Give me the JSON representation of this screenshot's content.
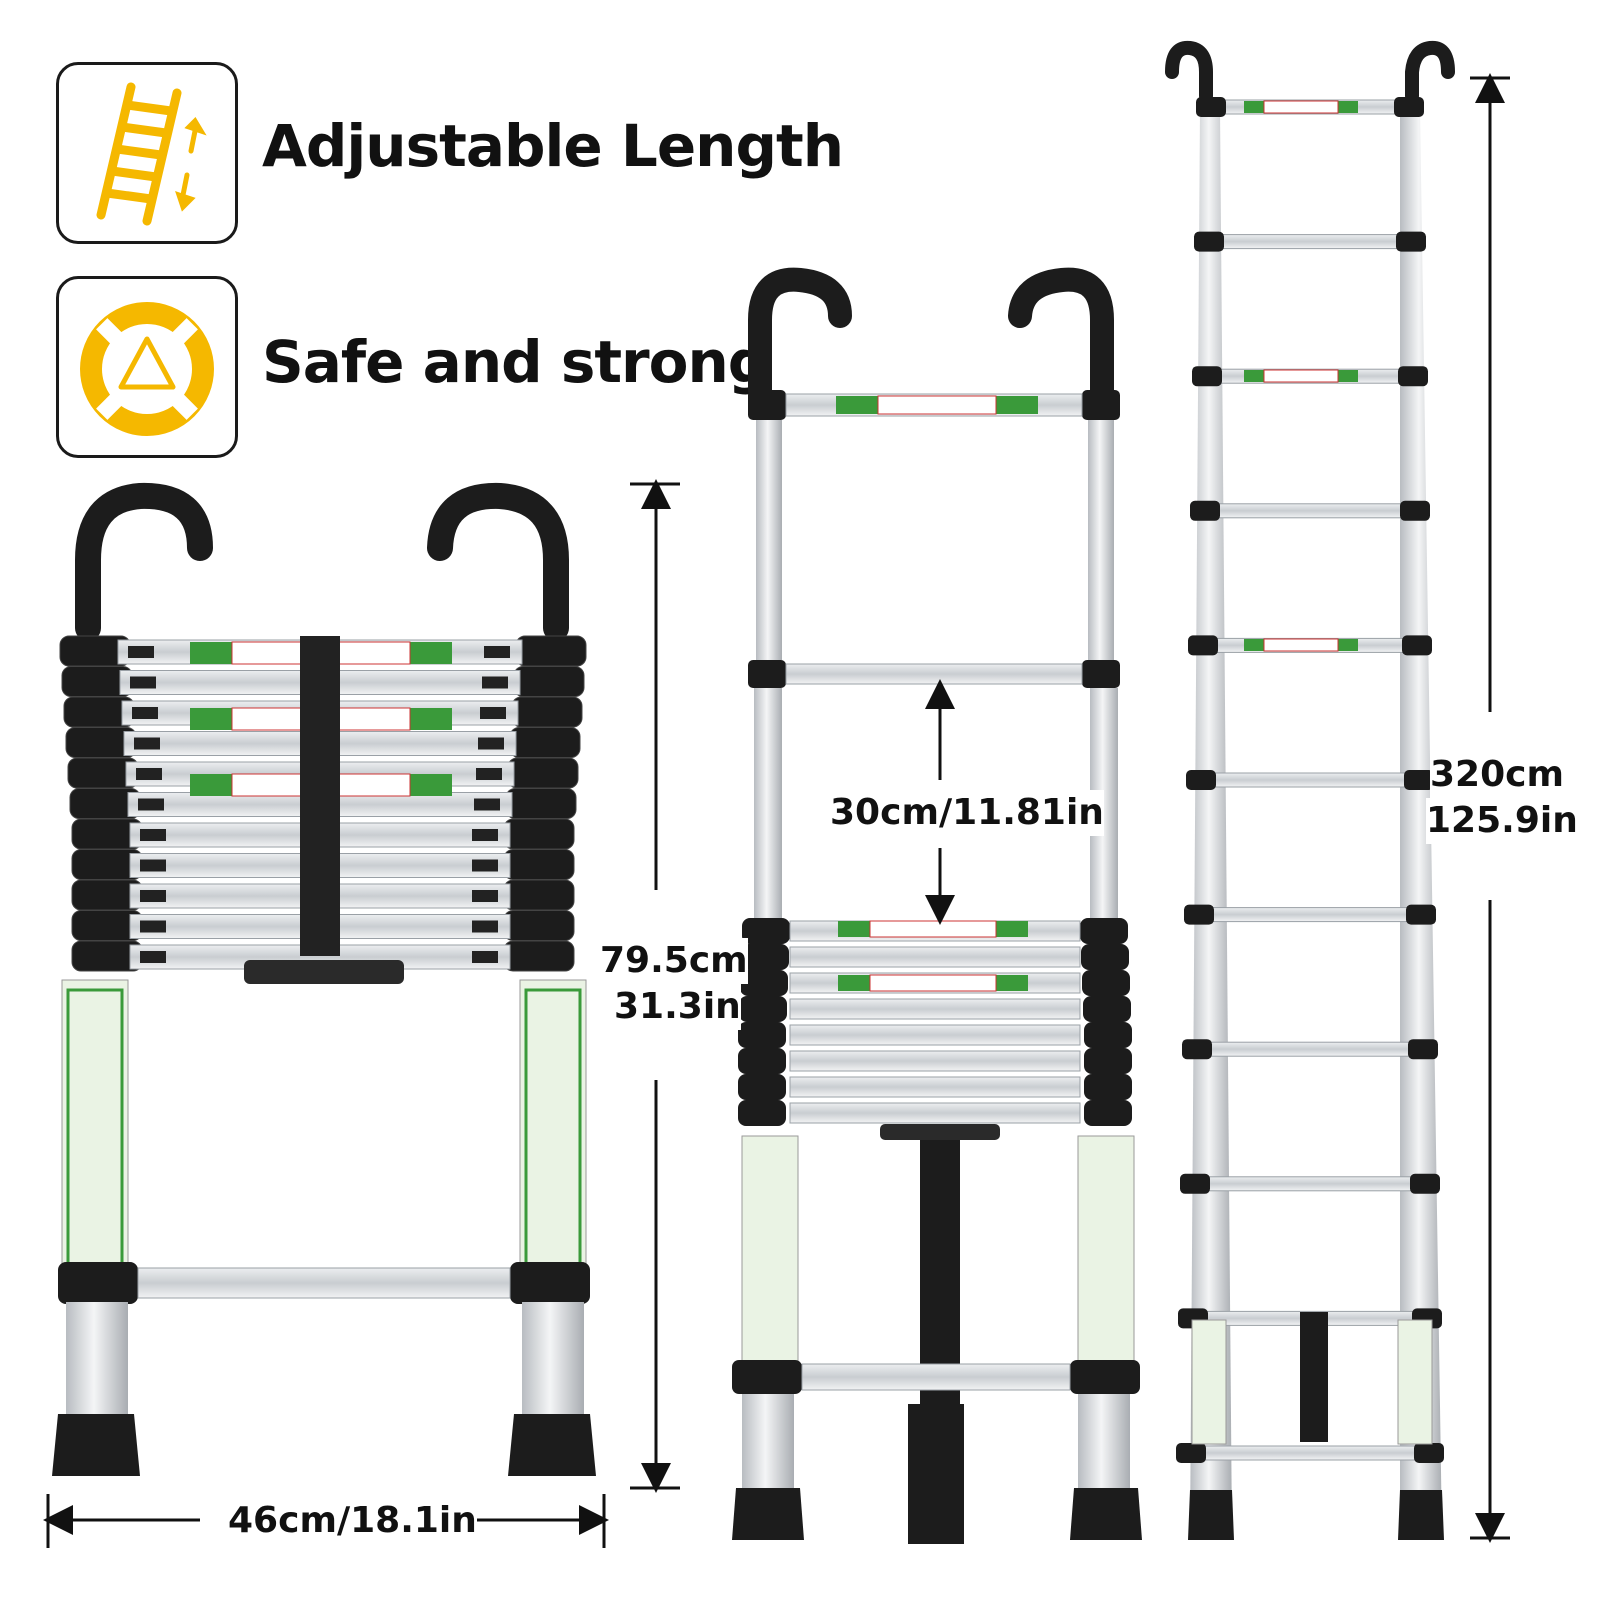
{
  "features": [
    {
      "icon": "ladder-adjust-icon",
      "label": "Adjustable Length"
    },
    {
      "icon": "safety-ring-icon",
      "label": "Safe and strong"
    }
  ],
  "dimensions": {
    "width": "46cm/18.1in",
    "collapsed_height_cm": "79.5cm",
    "collapsed_height_in": "31.3in",
    "rung_spacing": "30cm/11.81in",
    "extended_height_cm": "320cm",
    "extended_height_in": "125.9in"
  },
  "colors": {
    "accent": "#F5B800",
    "outline": "#1a1a1a",
    "aluminum": "#d9dcdf",
    "rubber": "#1c1c1c",
    "label_green": "#3a9a3a"
  }
}
